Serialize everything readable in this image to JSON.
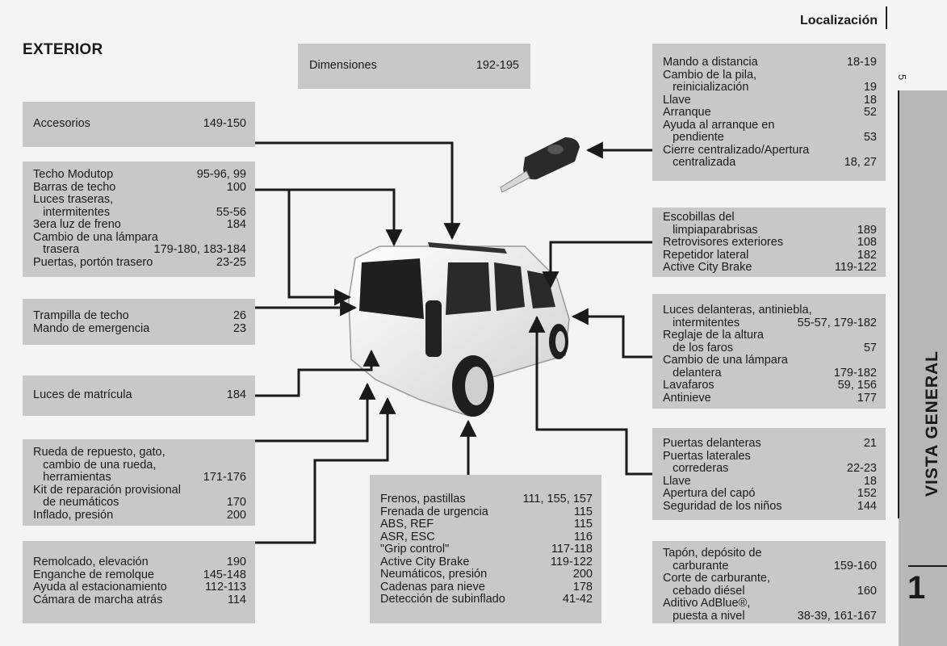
{
  "header": {
    "section": "Localización"
  },
  "section_title": "EXTERIOR",
  "page_number": "5",
  "side_tab": {
    "label": "VISTA GENERAL",
    "number": "1"
  },
  "colors": {
    "box": "#c8c8c8",
    "line": "#1a1a1a",
    "tab": "#b7b7b7"
  },
  "boxes": {
    "dimensiones": [
      {
        "label": "Dimensiones",
        "pages": "192-195"
      }
    ],
    "accesorios": [
      {
        "label": "Accesorios",
        "pages": "149-150"
      }
    ],
    "techo": [
      {
        "label": "Techo Modutop",
        "pages": "95-96, 99"
      },
      {
        "label": "Barras de techo",
        "pages": "100"
      },
      {
        "label": "Luces traseras,",
        "pages": ""
      },
      {
        "label": "   intermitentes",
        "pages": "55-56"
      },
      {
        "label": "3era luz de freno",
        "pages": "184"
      },
      {
        "label": "Cambio de una lámpara",
        "pages": ""
      },
      {
        "label": "   trasera",
        "pages": "179-180, 183-184"
      },
      {
        "label": "Puertas, portón trasero",
        "pages": "23-25"
      }
    ],
    "trampilla": [
      {
        "label": "Trampilla de techo",
        "pages": "26"
      },
      {
        "label": "Mando de emergencia",
        "pages": "23"
      }
    ],
    "matricula": [
      {
        "label": "Luces de matrícula",
        "pages": "184"
      }
    ],
    "rueda": [
      {
        "label": "Rueda de repuesto, gato,",
        "pages": ""
      },
      {
        "label": "   cambio de una rueda,",
        "pages": ""
      },
      {
        "label": "   herramientas",
        "pages": "171-176"
      },
      {
        "label": "Kit de reparación provisional",
        "pages": ""
      },
      {
        "label": "   de neumáticos",
        "pages": "170"
      },
      {
        "label": "Inflado, presión",
        "pages": "200"
      }
    ],
    "remolcado": [
      {
        "label": "Remolcado, elevación",
        "pages": "190"
      },
      {
        "label": "Enganche de remolque",
        "pages": "145-148"
      },
      {
        "label": "Ayuda al estacionamiento",
        "pages": "112-113"
      },
      {
        "label": "Cámara de marcha atrás",
        "pages": "114"
      }
    ],
    "frenos": [
      {
        "label": "Frenos, pastillas",
        "pages": "111, 155, 157"
      },
      {
        "label": "Frenada de urgencia",
        "pages": "115"
      },
      {
        "label": "ABS, REF",
        "pages": "115"
      },
      {
        "label": "ASR, ESC",
        "pages": "116"
      },
      {
        "label": "\"Grip control\"",
        "pages": "117-118"
      },
      {
        "label": "Active City Brake",
        "pages": "119-122"
      },
      {
        "label": "Neumáticos, presión",
        "pages": "200"
      },
      {
        "label": "Cadenas para nieve",
        "pages": "178"
      },
      {
        "label": "Detección de subinflado",
        "pages": "41-42"
      }
    ],
    "mando": [
      {
        "label": "Mando a distancia",
        "pages": "18-19"
      },
      {
        "label": "Cambio de la pila,",
        "pages": ""
      },
      {
        "label": "   reinicialización",
        "pages": "19"
      },
      {
        "label": "Llave",
        "pages": "18"
      },
      {
        "label": "Arranque",
        "pages": "52"
      },
      {
        "label": "Ayuda al arranque en",
        "pages": ""
      },
      {
        "label": "   pendiente",
        "pages": "53"
      },
      {
        "label": "Cierre centralizado/Apertura",
        "pages": ""
      },
      {
        "label": "   centralizada",
        "pages": "18, 27"
      }
    ],
    "escobillas": [
      {
        "label": "Escobillas del",
        "pages": ""
      },
      {
        "label": "   limpiaparabrisas",
        "pages": "189"
      },
      {
        "label": "Retrovisores exteriores",
        "pages": "108"
      },
      {
        "label": "Repetidor lateral",
        "pages": "182"
      },
      {
        "label": "Active City Brake",
        "pages": "119-122"
      }
    ],
    "luces_del": [
      {
        "label": "Luces delanteras, antiniebla,",
        "pages": ""
      },
      {
        "label": "   intermitentes",
        "pages": "55-57, 179-182"
      },
      {
        "label": "Reglaje de la altura",
        "pages": ""
      },
      {
        "label": "   de los faros",
        "pages": "57"
      },
      {
        "label": "Cambio de una lámpara",
        "pages": ""
      },
      {
        "label": "   delantera",
        "pages": "179-182"
      },
      {
        "label": "Lavafaros",
        "pages": "59, 156"
      },
      {
        "label": "Antinieve",
        "pages": "177"
      }
    ],
    "puertas": [
      {
        "label": "Puertas delanteras",
        "pages": "21"
      },
      {
        "label": "Puertas laterales",
        "pages": ""
      },
      {
        "label": "   correderas",
        "pages": "22-23"
      },
      {
        "label": "Llave",
        "pages": "18"
      },
      {
        "label": "Apertura del capó",
        "pages": "152"
      },
      {
        "label": "Seguridad de los niños",
        "pages": "144"
      }
    ],
    "tapon": [
      {
        "label": "Tapón, depósito de",
        "pages": ""
      },
      {
        "label": "   carburante",
        "pages": "159-160"
      },
      {
        "label": "Corte de carburante,",
        "pages": ""
      },
      {
        "label": "   cebado diésel",
        "pages": "160"
      },
      {
        "label": "Aditivo AdBlue®,",
        "pages": ""
      },
      {
        "label": "   puesta a nivel",
        "pages": "38-39, 161-167"
      }
    ]
  }
}
